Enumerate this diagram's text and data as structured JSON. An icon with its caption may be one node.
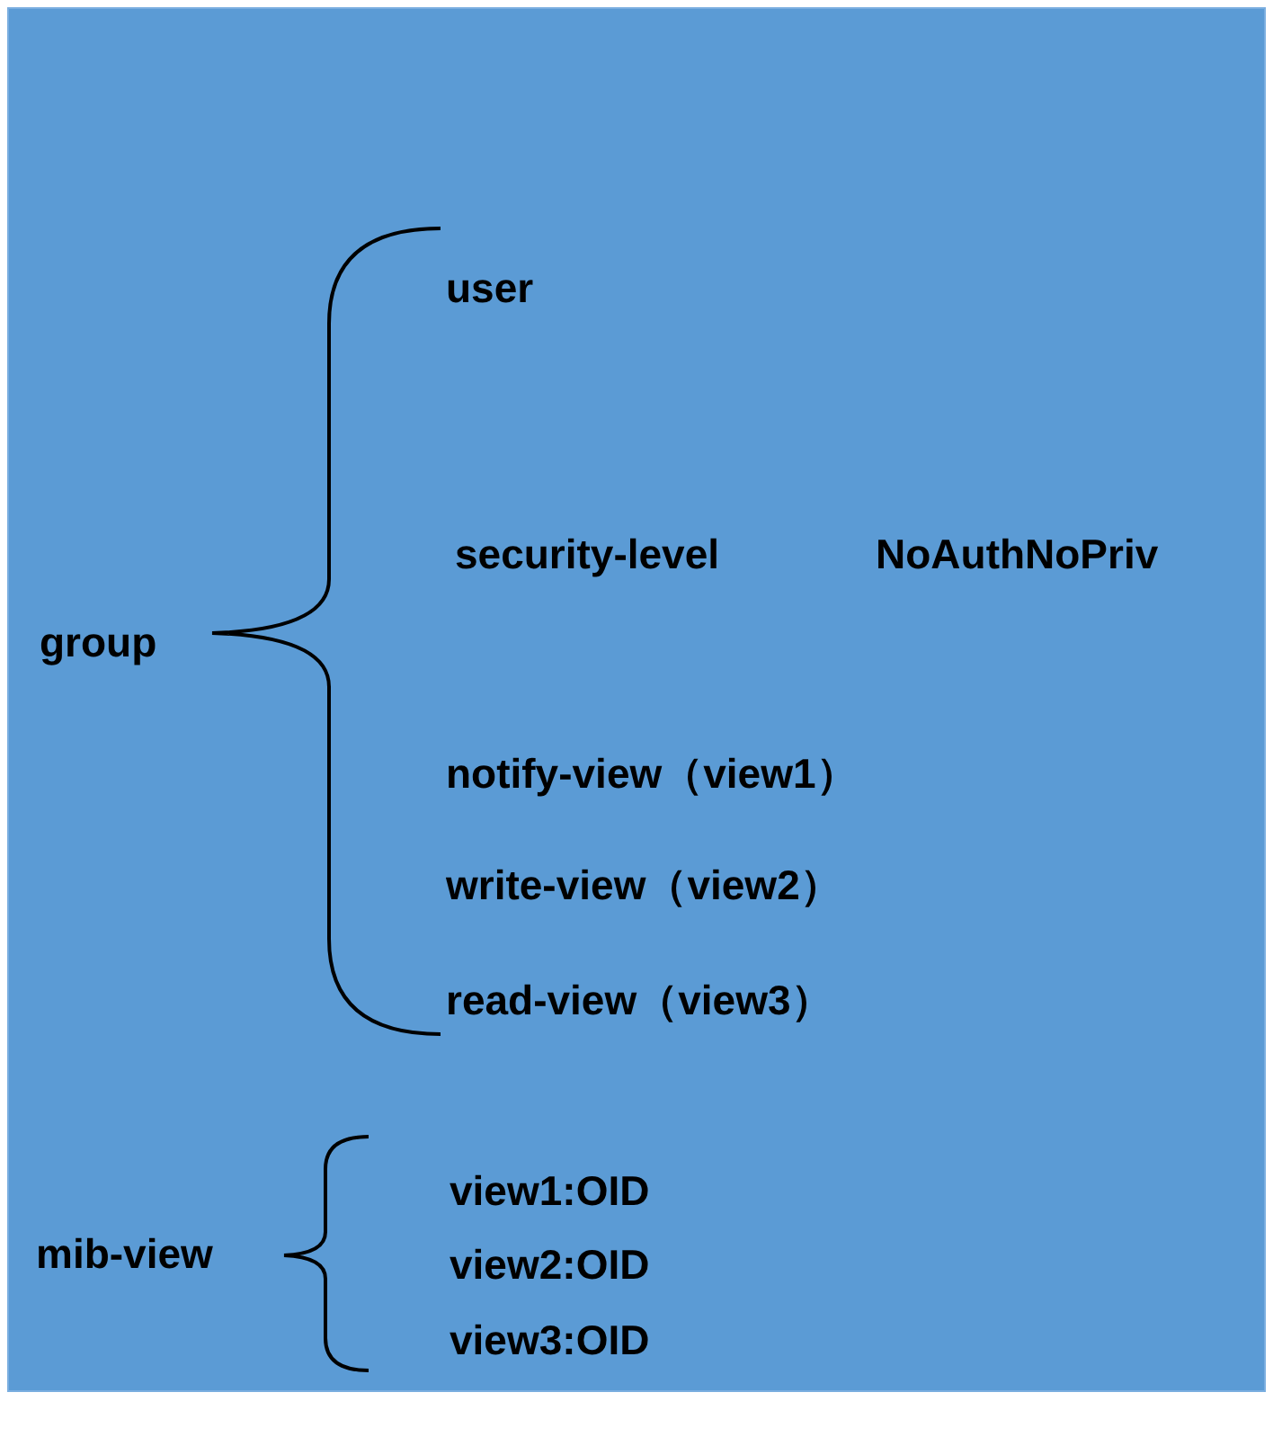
{
  "diagram": {
    "labels": [
      "user",
      "security-level",
      "NoAuthNoPriv",
      "group",
      "notify-view（view1）",
      "write-view（view2）",
      "read-view（view3）",
      "view1:OID",
      "mib-view",
      "view2:OID",
      "view3:OID"
    ]
  }
}
